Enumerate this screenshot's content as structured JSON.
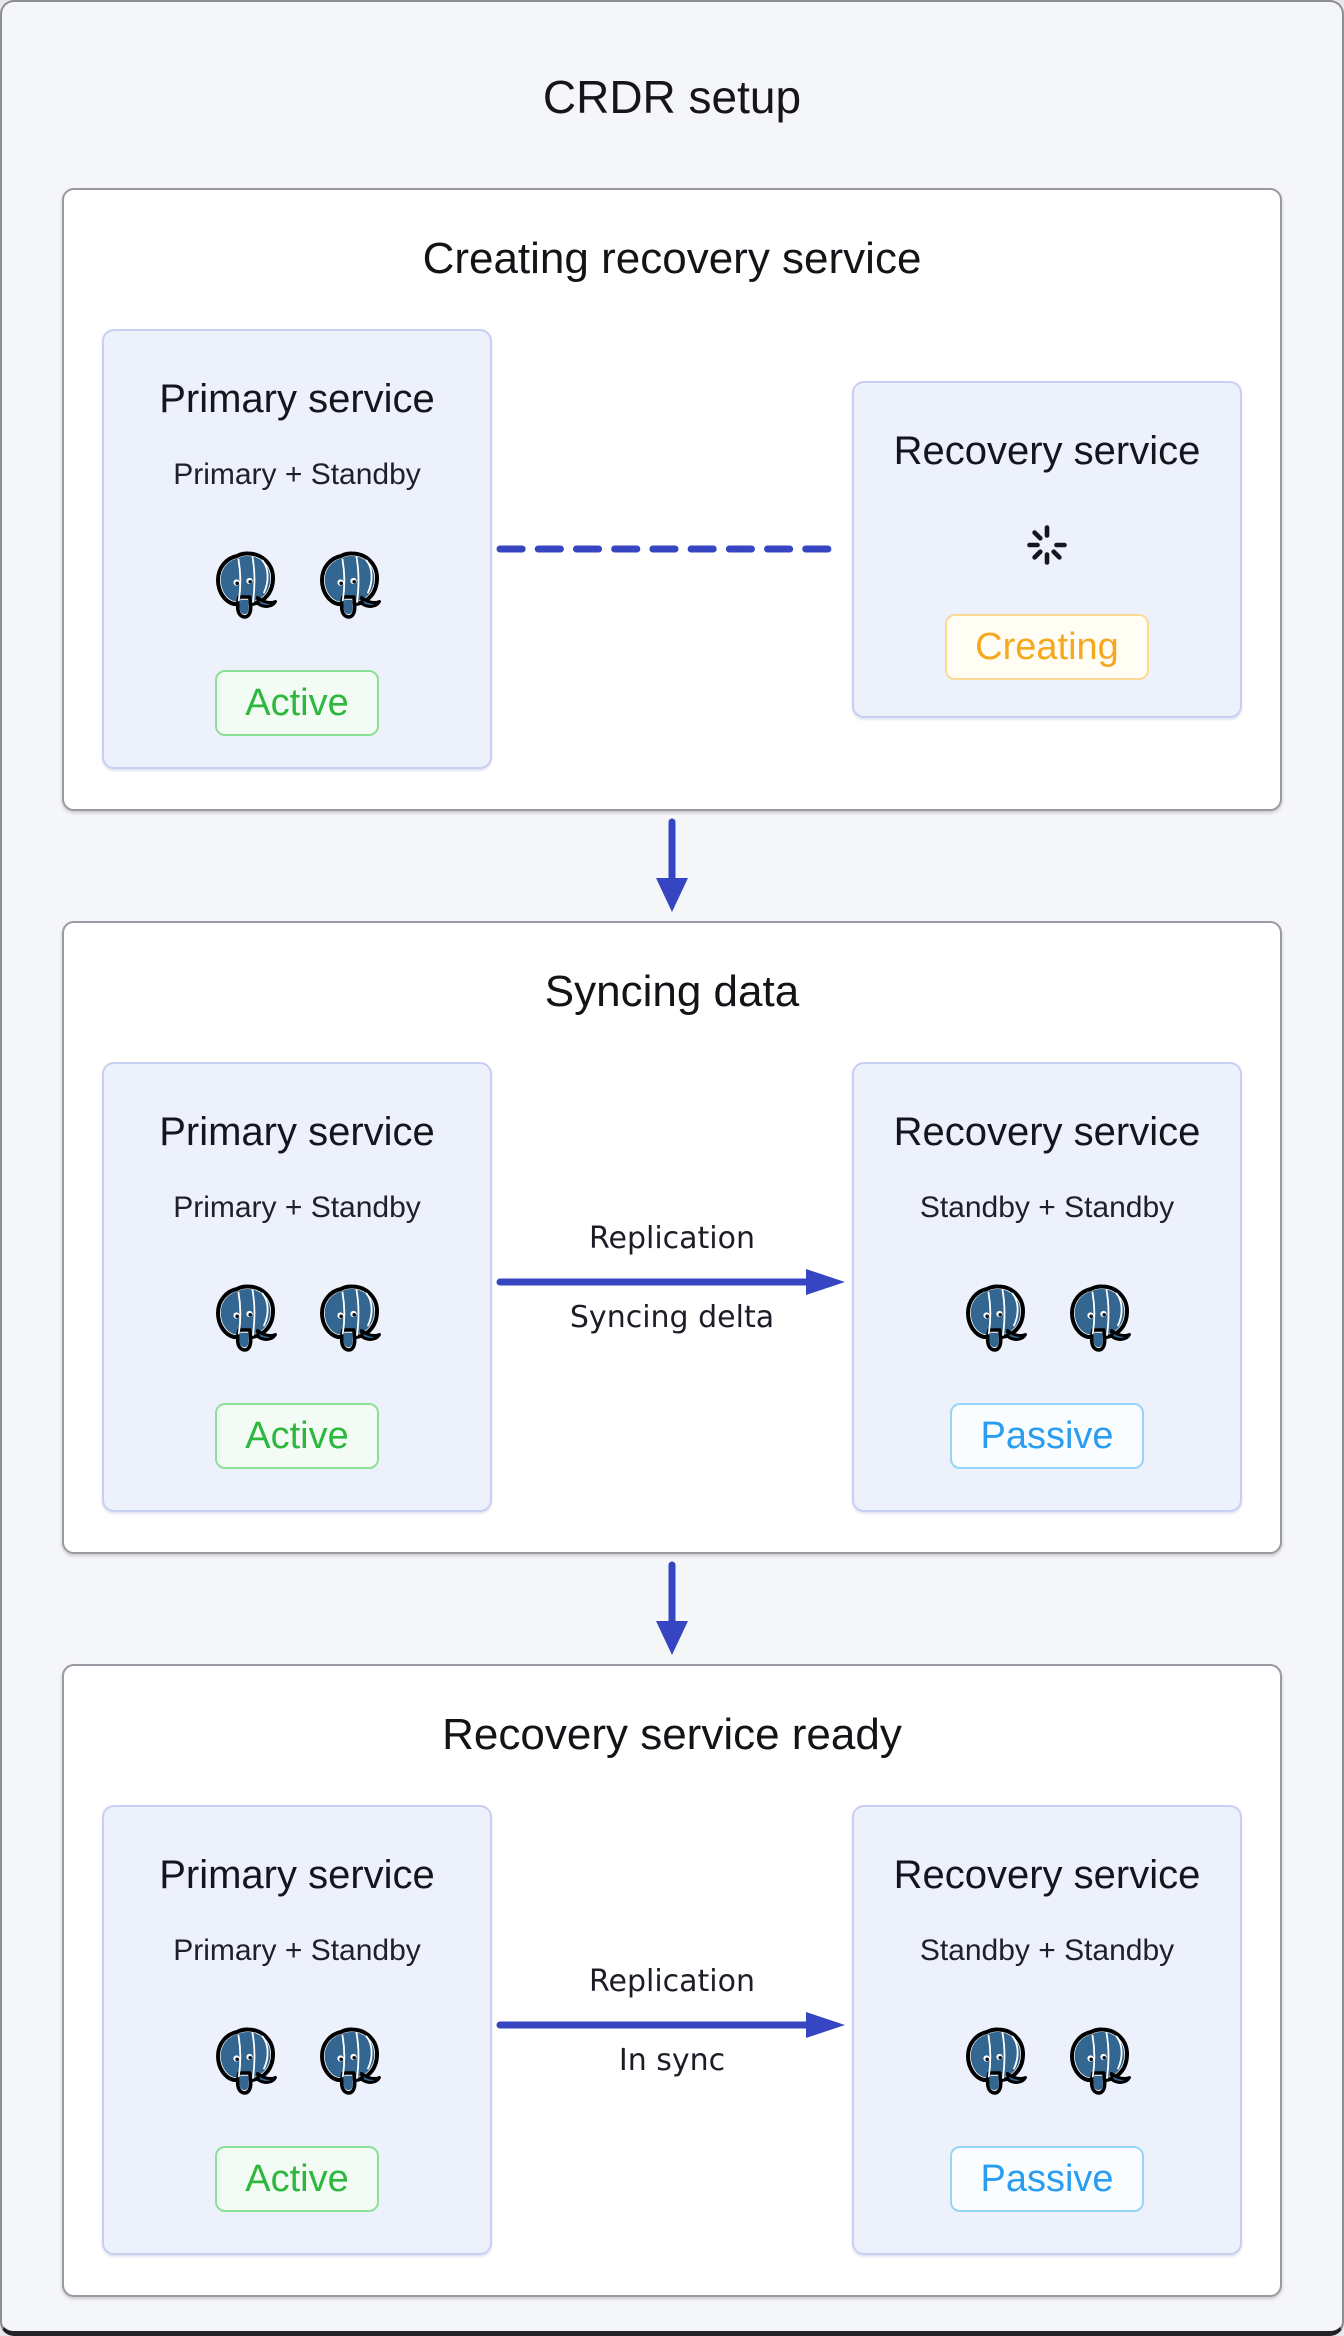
{
  "title": "CRDR setup",
  "stages": [
    {
      "title": "Creating recovery service",
      "primary": {
        "title": "Primary service",
        "subtitle": "Primary + Standby",
        "instances": 2,
        "status": {
          "label": "Active",
          "type": "active"
        }
      },
      "link": {
        "style": "dashed-line",
        "label_top": "",
        "label_bottom": ""
      },
      "recovery": {
        "title": "Recovery service",
        "loading": true,
        "status": {
          "label": "Creating",
          "type": "creating"
        }
      }
    },
    {
      "title": "Syncing data",
      "primary": {
        "title": "Primary service",
        "subtitle": "Primary + Standby",
        "instances": 2,
        "status": {
          "label": "Active",
          "type": "active"
        }
      },
      "link": {
        "style": "solid-arrow",
        "label_top": "Replication",
        "label_bottom": "Syncing delta"
      },
      "recovery": {
        "title": "Recovery service",
        "subtitle": "Standby + Standby",
        "instances": 2,
        "status": {
          "label": "Passive",
          "type": "passive"
        }
      }
    },
    {
      "title": "Recovery service ready",
      "primary": {
        "title": "Primary service",
        "subtitle": "Primary + Standby",
        "instances": 2,
        "status": {
          "label": "Active",
          "type": "active"
        }
      },
      "link": {
        "style": "solid-arrow",
        "label_top": "Replication",
        "label_bottom": "In sync"
      },
      "recovery": {
        "title": "Recovery service",
        "subtitle": "Standby + Standby",
        "instances": 2,
        "status": {
          "label": "Passive",
          "type": "passive"
        }
      }
    }
  ],
  "icons": {
    "postgres-elephant-icon": "postgresql elephant head logo",
    "spinner-icon": "loading spinner spokes",
    "flow-down-arrow-icon": "blue downward arrow between stages",
    "replication-arrow-icon": "blue right arrow",
    "dashed-link-icon": "blue dashed horizontal line"
  },
  "colors": {
    "canvas_bg": "#F5F6F8",
    "panel_bg": "#FFFFFF",
    "panel_border": "#9A9AA2",
    "box_bg": "#EDF1FB",
    "box_border": "#C8D0F2",
    "accent_blue": "#3646C3",
    "postgres_blue": "#336791",
    "status_active": {
      "text": "#2DB83D",
      "border": "#8CE096",
      "bg": "#F3FCF4"
    },
    "status_creating": {
      "text": "#F6A81F",
      "border": "#FCDA96",
      "bg": "#FFFDF4"
    },
    "status_passive": {
      "text": "#2A9DF0",
      "border": "#97D5F8",
      "bg": "#FAFDFF"
    }
  }
}
